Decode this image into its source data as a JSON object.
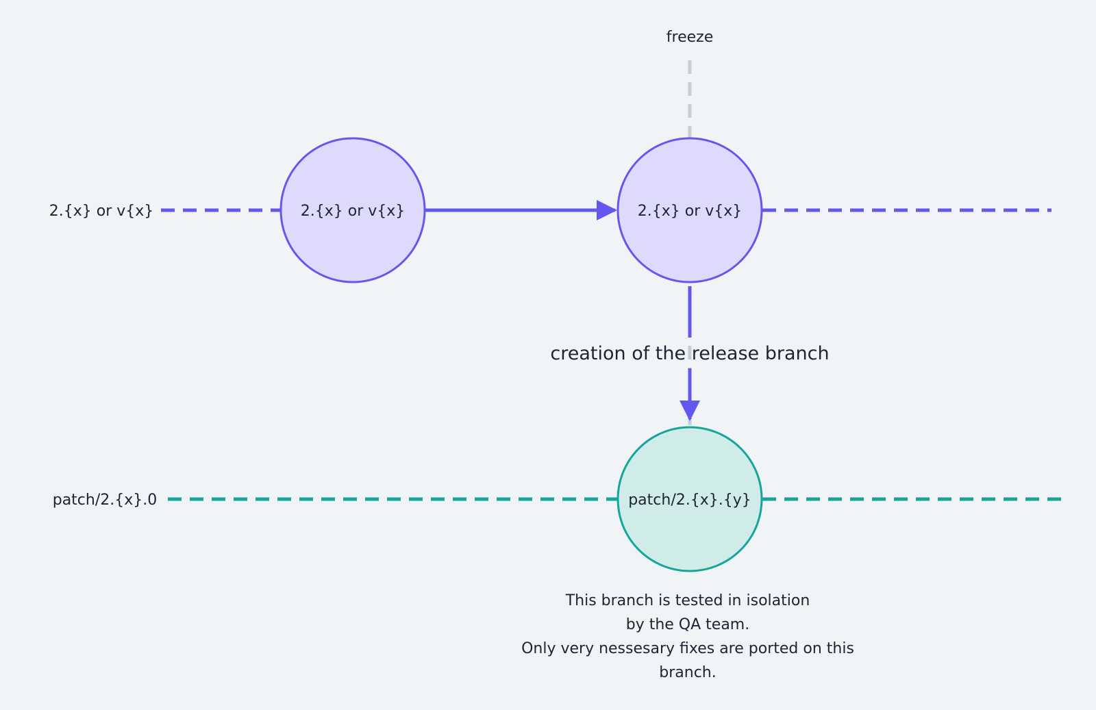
{
  "colors": {
    "background": "#f0f4f7",
    "main_stroke": "#6457f0",
    "main_fill": "#dedafc",
    "patch_stroke": "#16a699",
    "patch_fill": "#cfece9",
    "freeze_line": "#c4d0d9",
    "text": "#1c2433"
  },
  "lanes": {
    "main_label": "2.{x} or v{x}",
    "patch_label": "patch/2.{x}.0"
  },
  "nodes": {
    "main_a": "2.{x} or v{x}",
    "main_b": "2.{x} or v{x}",
    "patch": "patch/2.{x}.{y}"
  },
  "annotations": {
    "freeze": "freeze",
    "creation": "creation of the release branch",
    "note_lines": [
      "This branch is tested in isolation",
      "by the QA team.",
      "Only very nessesary fixes are ported on this",
      "branch."
    ]
  }
}
